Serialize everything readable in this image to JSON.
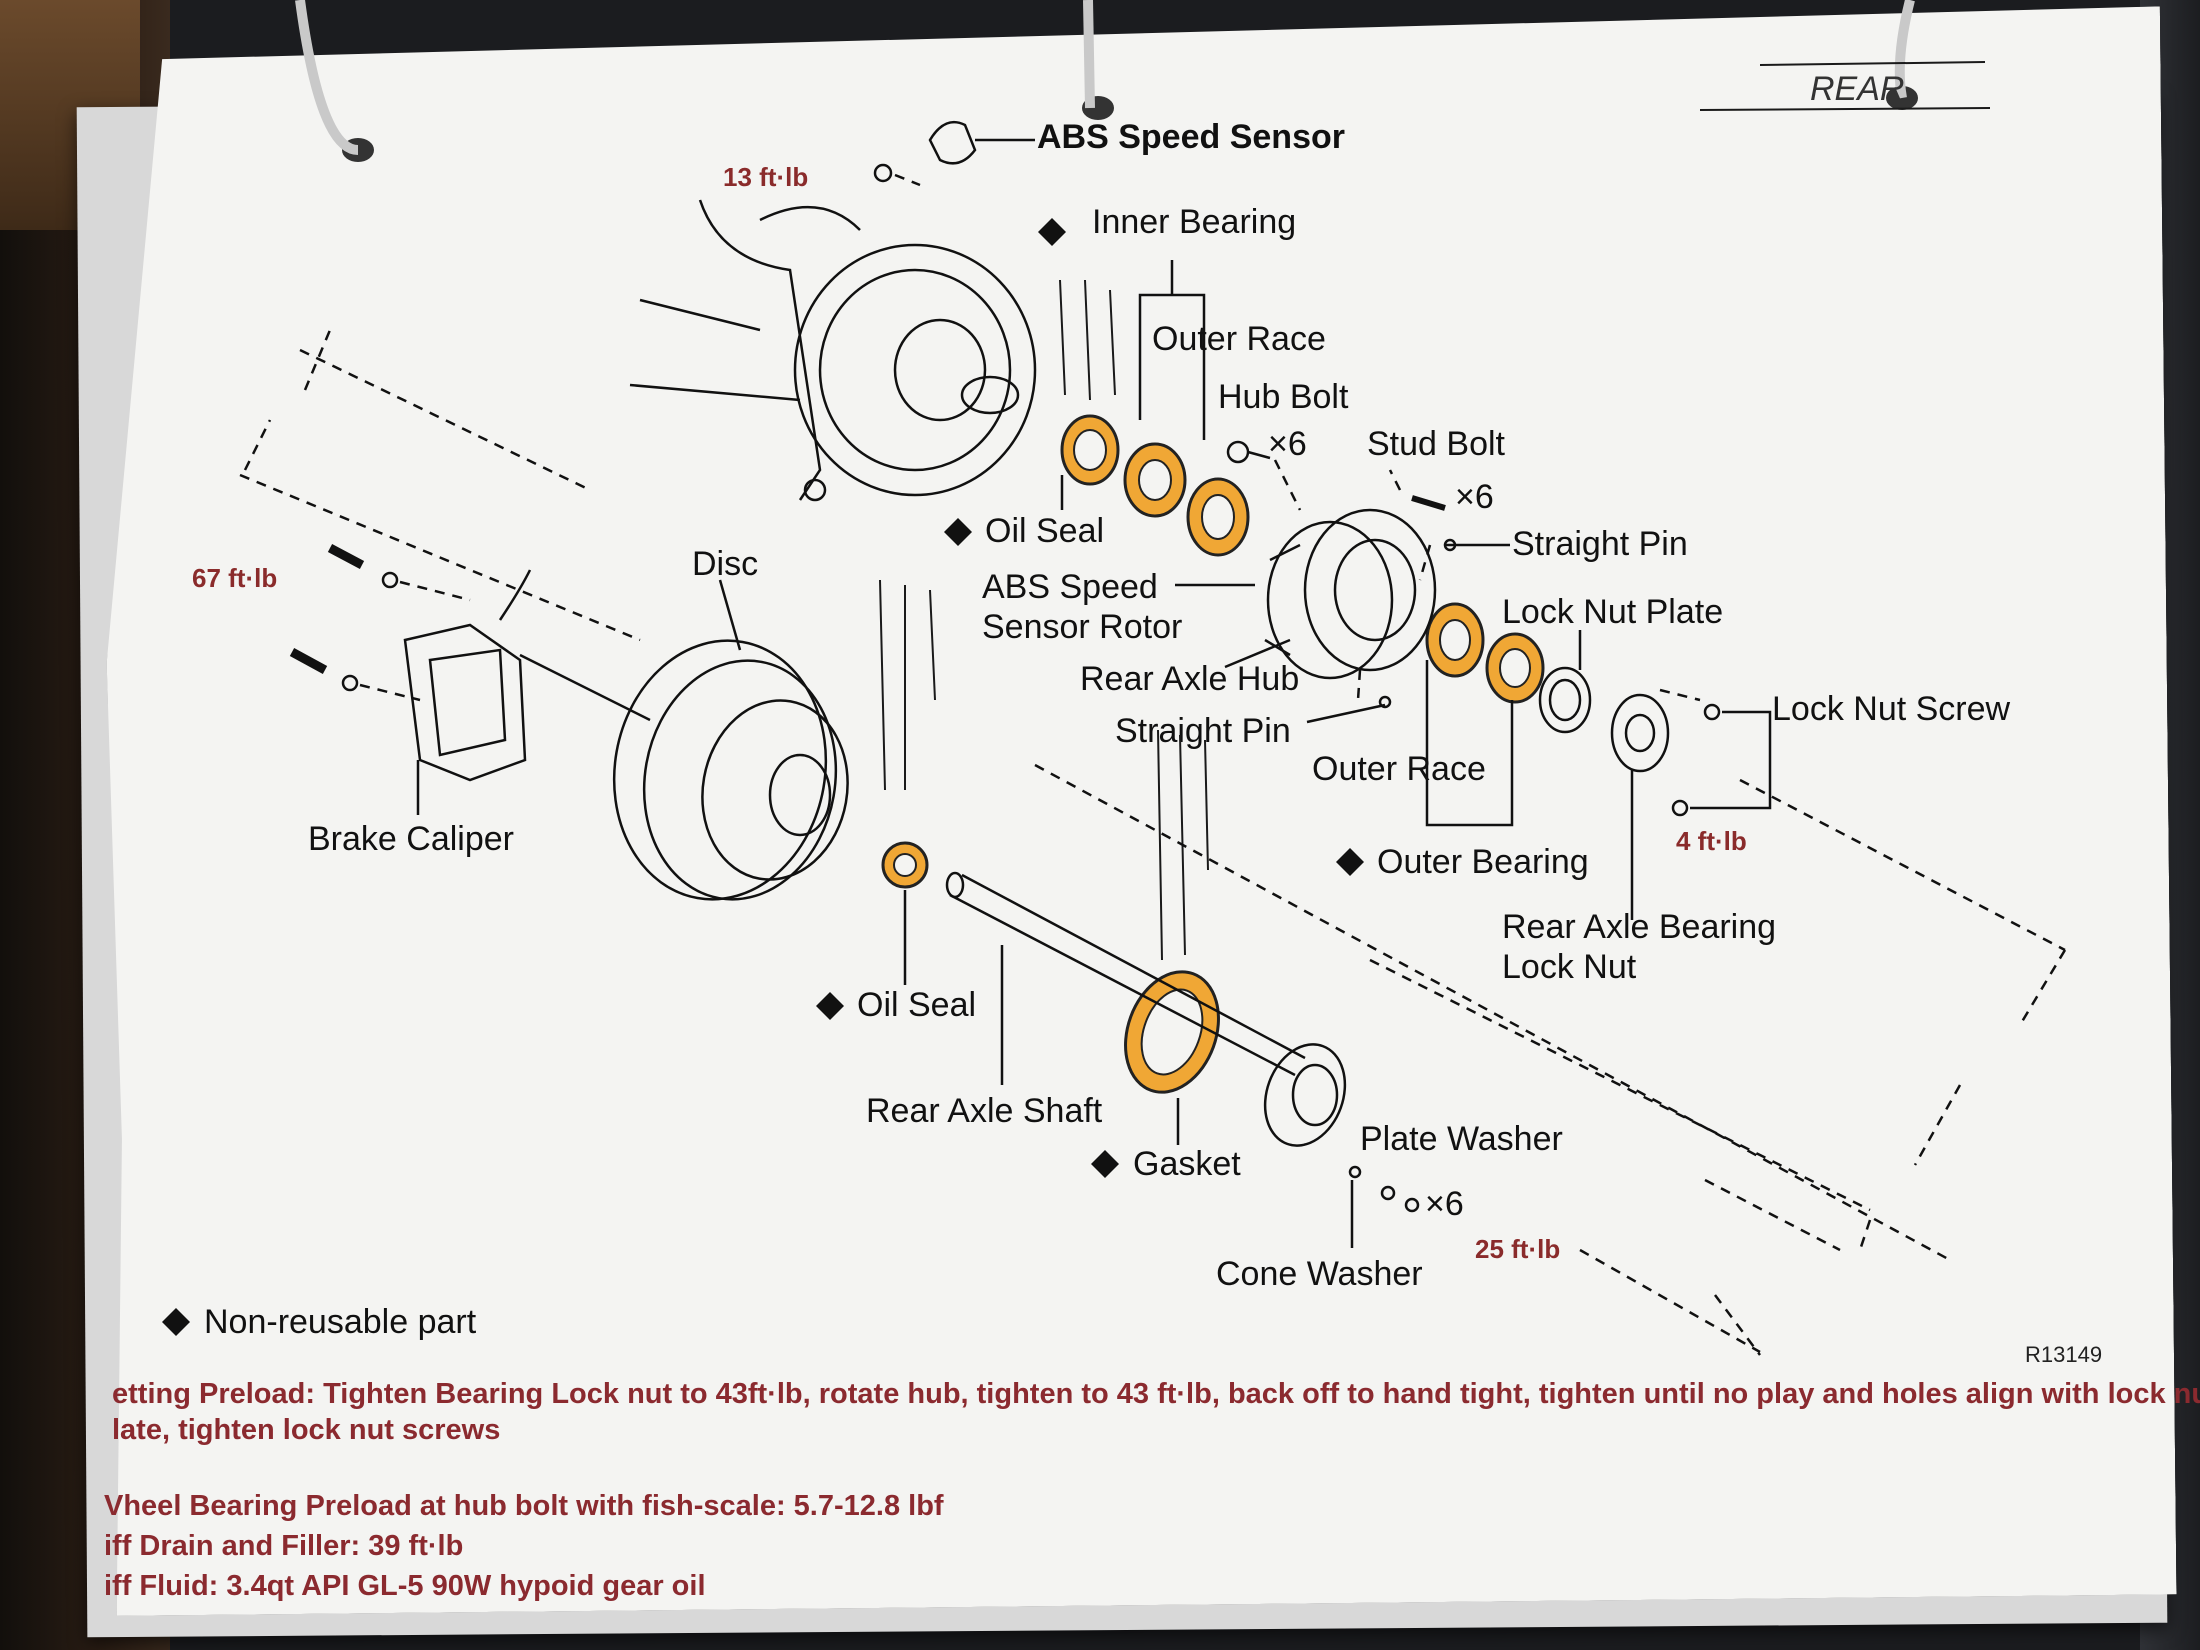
{
  "labels": {
    "abs_speed_sensor": "ABS Speed Sensor",
    "inner_bearing": "Inner Bearing",
    "outer_race_top": "Outer Race",
    "hub_bolt": "Hub Bolt",
    "hub_bolt_qty": "×6",
    "stud_bolt": "Stud Bolt",
    "stud_bolt_qty": "×6",
    "straight_pin_top": "Straight Pin",
    "oil_seal_top": "Oil Seal",
    "abs_rotor_line1": "ABS Speed",
    "abs_rotor_line2": "Sensor Rotor",
    "lock_nut_plate": "Lock Nut Plate",
    "rear_axle_hub": "Rear Axle Hub",
    "straight_pin_bottom": "Straight Pin",
    "outer_race_bottom": "Outer Race",
    "lock_nut_screw": "Lock Nut Screw",
    "disc": "Disc",
    "brake_caliper": "Brake Caliper",
    "outer_bearing": "Outer Bearing",
    "rear_axle_bearing_line1": "Rear Axle Bearing",
    "rear_axle_bearing_line2": "Lock Nut",
    "oil_seal_bottom": "Oil Seal",
    "rear_axle_shaft": "Rear Axle Shaft",
    "gasket": "Gasket",
    "plate_washer": "Plate Washer",
    "plate_washer_qty": "×6",
    "cone_washer": "Cone Washer",
    "legend_non_reusable": "Non-reusable part",
    "figure_code": "R13149"
  },
  "torques": {
    "abs_sensor": "13 ft·lb",
    "caliper": "67 ft·lb",
    "lock_nut_screw": "4 ft·lb",
    "plate_washer": "25 ft·lb"
  },
  "handwritten": {
    "top_right": "REAR"
  },
  "notes": {
    "line1": "etting Preload: Tighten Bearing Lock nut to 43ft·lb, rotate hub, tighten to 43 ft·lb, back off to hand tight, tighten until no play and holes align with lock nut",
    "line2": "late, tighten lock nut screws",
    "line3": "Vheel Bearing Preload at hub bolt with fish-scale:  5.7-12.8 lbf",
    "line4": "iff Drain and Filler: 39 ft·lb",
    "line5": "iff Fluid: 3.4qt API GL-5 90W hypoid gear oil"
  },
  "colors": {
    "highlight": "#f0a735",
    "note_text": "#8b2a2f",
    "torque_text": "#8a2b2b"
  }
}
